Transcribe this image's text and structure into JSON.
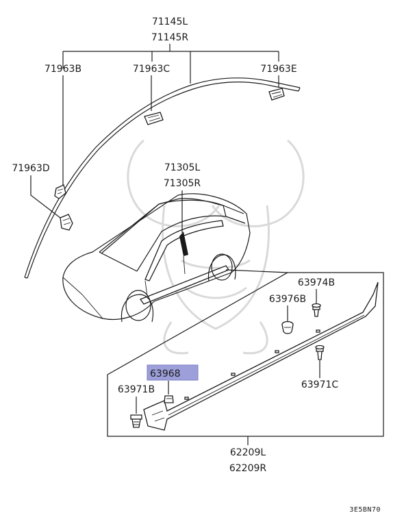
{
  "labels": {
    "p71145l": "71145L",
    "p71145r": "71145R",
    "p71963b": "71963B",
    "p71963c": "71963C",
    "p71963e": "71963E",
    "p71963d": "71963D",
    "p71305l": "71305L",
    "p71305r": "71305R",
    "p63974b": "63974B",
    "p63976b": "63976B",
    "p63968": "63968",
    "p63971b": "63971B",
    "p63971c": "63971C",
    "p62209l": "62209L",
    "p62209r": "62209R",
    "diagram_code": "3E5BN70"
  },
  "colors": {
    "line": "#1a1a1a",
    "highlight": "#9c9fd9",
    "watermark": "#d9d9d9"
  }
}
